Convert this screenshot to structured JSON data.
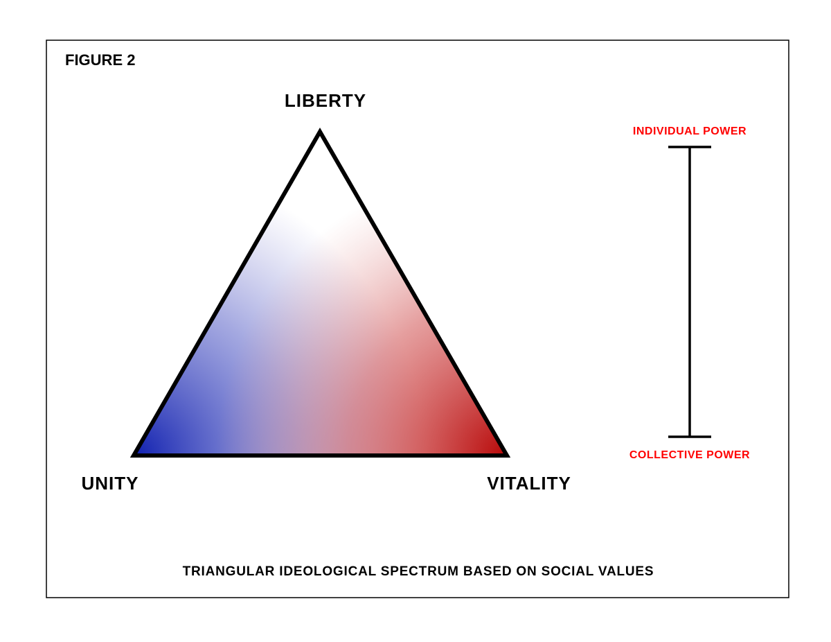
{
  "figure_label": "FIGURE 2",
  "vertices": {
    "top": "LIBERTY",
    "left": "UNITY",
    "right": "VITALITY"
  },
  "scale": {
    "top_label": "INDIVIDUAL POWER",
    "bottom_label": "COLLECTIVE POWER"
  },
  "caption": "TRIANGULAR IDEOLOGICAL SPECTRUM BASED ON SOCIAL VALUES",
  "colors": {
    "blue": "#1020b0",
    "red": "#b80808",
    "scale_text": "#ff0000"
  }
}
